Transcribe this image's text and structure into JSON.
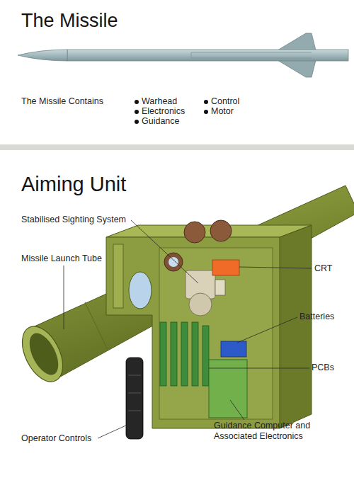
{
  "diagram": {
    "nodes": [
      {
        "text": [
          "The Missile"
        ]
      },
      {
        "text": [
          "Aiming Unit"
        ]
      }
    ],
    "labels": [
      "The Missile Contains",
      "Warhead",
      "Electronics",
      "Guidance",
      "Control",
      "Motor",
      "Stabilised Sighting System",
      "Missile Launch Tube",
      "CRT",
      "Batteries",
      "PCBs",
      "Operator Controls",
      "Guidance Computer and Associated Electronics"
    ]
  }
}
